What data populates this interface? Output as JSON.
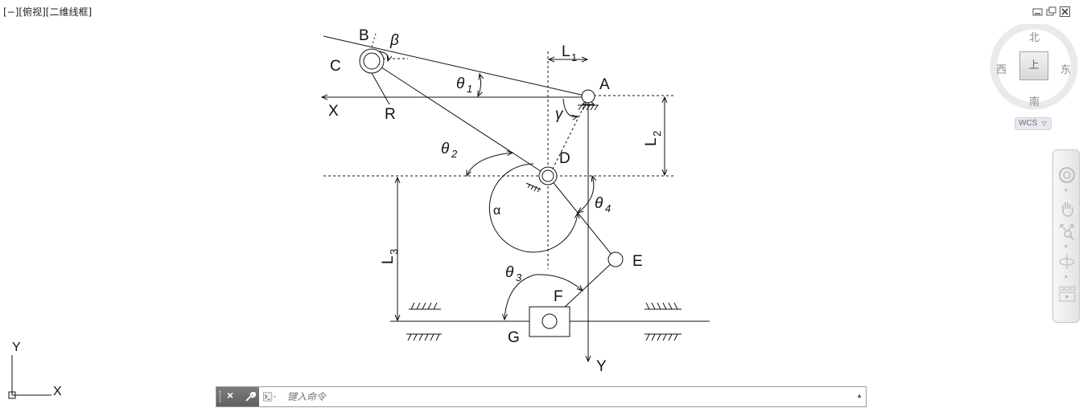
{
  "viewport": {
    "label": "[−][俯视][二维线框]"
  },
  "window_controls": {
    "minimize": "minimize-icon",
    "restore": "restore-icon",
    "close": "close-icon"
  },
  "viewcube": {
    "north": "北",
    "south": "南",
    "east": "东",
    "west": "西",
    "face": "上",
    "wcs_label": "WCS"
  },
  "navbar": {
    "tools": [
      "steering-wheel-icon",
      "pan-hand-icon",
      "zoom-extents-icon",
      "orbit-icon",
      "showmotion-icon"
    ]
  },
  "drawing": {
    "points": {
      "A": "A",
      "B": "B",
      "C": "C",
      "D": "D",
      "E": "E",
      "F": "F",
      "G": "G"
    },
    "axes": {
      "x": "X",
      "y": "Y"
    },
    "radius": "R",
    "dims": {
      "L1": "L",
      "L1_sub": "1",
      "L2": "L",
      "L2_sub": "2",
      "L3": "L",
      "L3_sub": "3"
    },
    "angles": {
      "theta1": "θ",
      "theta1_sub": "1",
      "theta2": "θ",
      "theta2_sub": "2",
      "theta3": "θ",
      "theta3_sub": "3",
      "theta4": "θ",
      "theta4_sub": "4",
      "beta": "β",
      "gamma": "γ",
      "alpha": "α"
    }
  },
  "ucs_icon": {
    "x": "X",
    "y": "Y"
  },
  "command_line": {
    "placeholder": "键入命令",
    "close": "×"
  }
}
